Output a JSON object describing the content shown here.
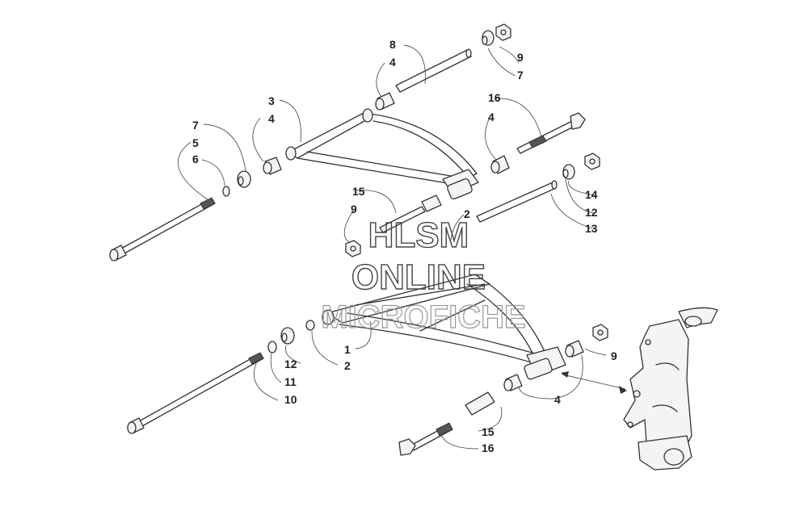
{
  "labels": {
    "l8": "8",
    "l4a": "4",
    "l9a": "9",
    "l7a": "7",
    "l3": "3",
    "l4b": "4",
    "l16a": "16",
    "l4c": "4",
    "l7b": "7",
    "l5": "5",
    "l6": "6",
    "l15a": "15",
    "l9b": "9",
    "l2a": "2",
    "l14": "14",
    "l12a": "12",
    "l13": "13",
    "l1": "1",
    "l2b": "2",
    "l12b": "12",
    "l11": "11",
    "l10": "10",
    "l9c": "9",
    "l4d": "4",
    "l15b": "15",
    "l16b": "16"
  },
  "watermark": {
    "line1": "HLSM",
    "line2": "ONLINE",
    "line3": "MICROFICHE"
  }
}
